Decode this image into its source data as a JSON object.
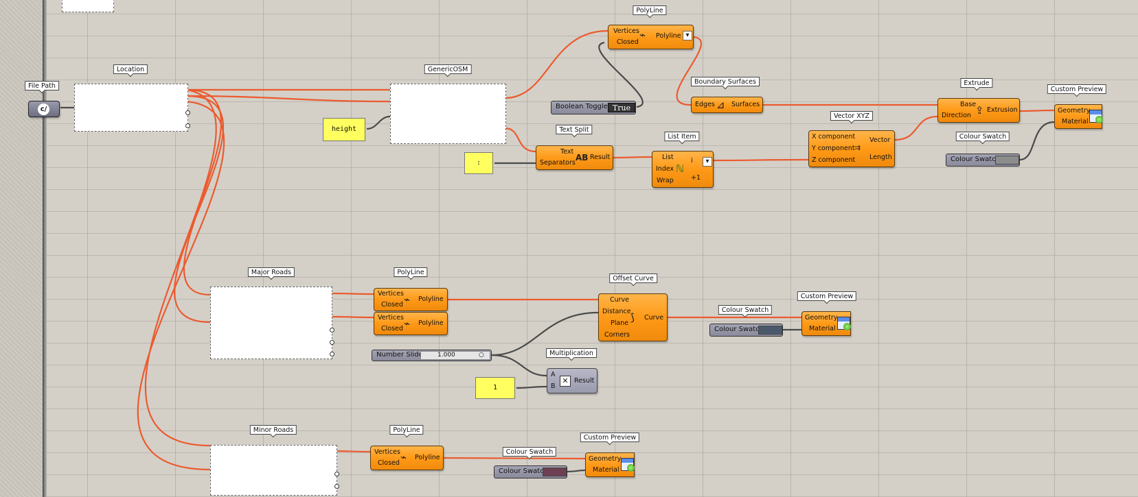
{
  "colors": {
    "canvas": "#d4d0c8",
    "component": "#ff9a18",
    "wire_selected": "#ec5a2e",
    "wire_normal": "#4a4a4a",
    "panel": "#ffff60",
    "swatch_grey": "#8d8d8d",
    "swatch_slate": "#4a5a6c",
    "swatch_plum": "#6e3e52"
  },
  "titles": {
    "file_path": "File Path",
    "location": "Location",
    "generic_osm": "GenericOSM",
    "polyline_top": "PolyLine",
    "boundary_surfaces": "Boundary Surfaces",
    "extrude": "Extrude",
    "custom_preview_top": "Custom Preview",
    "text_split": "Text Split",
    "list_item": "List Item",
    "vector_xyz": "Vector XYZ",
    "colour_swatch_top": "Colour Swatch",
    "major_roads": "Major Roads",
    "polyline_mid": "PolyLine",
    "offset_curve": "Offset Curve",
    "custom_preview_mid": "Custom Preview",
    "colour_swatch_mid": "Colour Swatch",
    "multiplication": "Multiplication",
    "minor_roads": "Minor Roads",
    "polyline_bottom": "PolyLine",
    "colour_swatch_bottom": "Colour Swatch",
    "custom_preview_bottom": "Custom Preview"
  },
  "labels": {
    "vertices": "Vertices",
    "closed": "Closed",
    "polyline": "Polyline",
    "edges": "Edges",
    "surfaces": "Surfaces",
    "base": "Base",
    "direction": "Direction",
    "extrusion": "Extrusion",
    "geometry": "Geometry",
    "material": "Material",
    "text": "Text",
    "separators": "Separators",
    "result": "Result",
    "list": "List",
    "index": "Index",
    "wrap": "Wrap",
    "i": "i",
    "plus_one": "+1",
    "x_component": "X component",
    "y_component": "Y component",
    "z_component": "Z component",
    "vector": "Vector",
    "length": "Length",
    "curve": "Curve",
    "distance": "Distance",
    "plane": "Plane",
    "corners": "Corners",
    "a": "A",
    "b": "B",
    "boolean_toggle": "Boolean Toggle",
    "true_value": "True",
    "colour_swatch": "Colour Swatch",
    "number_slider": "Number Slider",
    "slider_value": "1.000"
  },
  "panels": {
    "height": "height",
    "separator": ":",
    "one": "1"
  },
  "icons": {
    "file_path": "c/",
    "polyline": "polyline-icon",
    "boundary": "boundary-surface-icon",
    "extrude": "extrude-icon",
    "text_split": "text-split-icon",
    "list_item": "list-item-icon",
    "vector": "vector-xyz-icon",
    "offset": "offset-curve-icon",
    "multiplication": "multiply-icon",
    "preview": "custom-preview-icon"
  }
}
